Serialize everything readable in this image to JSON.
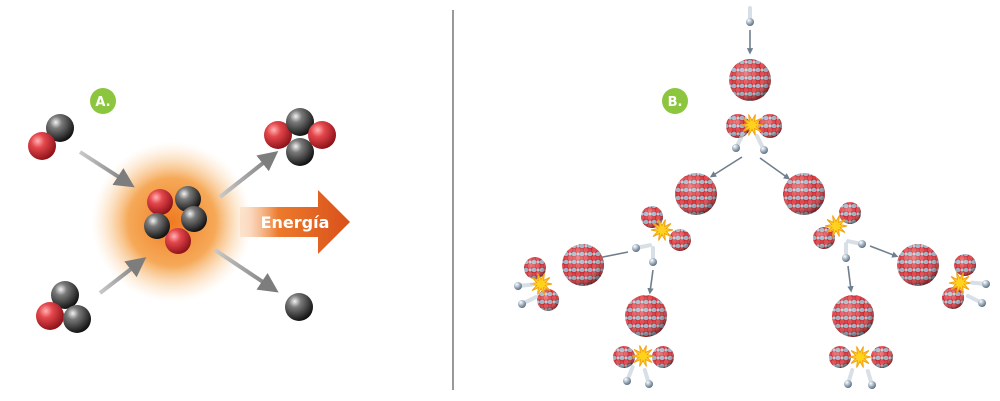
{
  "panels": {
    "fusion": {
      "badge": "A.",
      "energy_label": "Energía"
    },
    "fission": {
      "badge": "B."
    }
  },
  "colors": {
    "badge_green": "#8cc63f",
    "proton_red": "#d0282e",
    "neutron_black": "#2b2b2b",
    "nucleus_blue": "#9aa9b8",
    "energy_orange": "#e8601c",
    "glow_orange": "#f49a3b",
    "flash_yellow": "#ffd21e",
    "arrow_gray": "#8a8a8a",
    "divider": "#555555"
  },
  "icons": [
    "proton-particle",
    "neutron-particle",
    "heavy-nucleus",
    "fission-flash",
    "neutron-projectile"
  ]
}
